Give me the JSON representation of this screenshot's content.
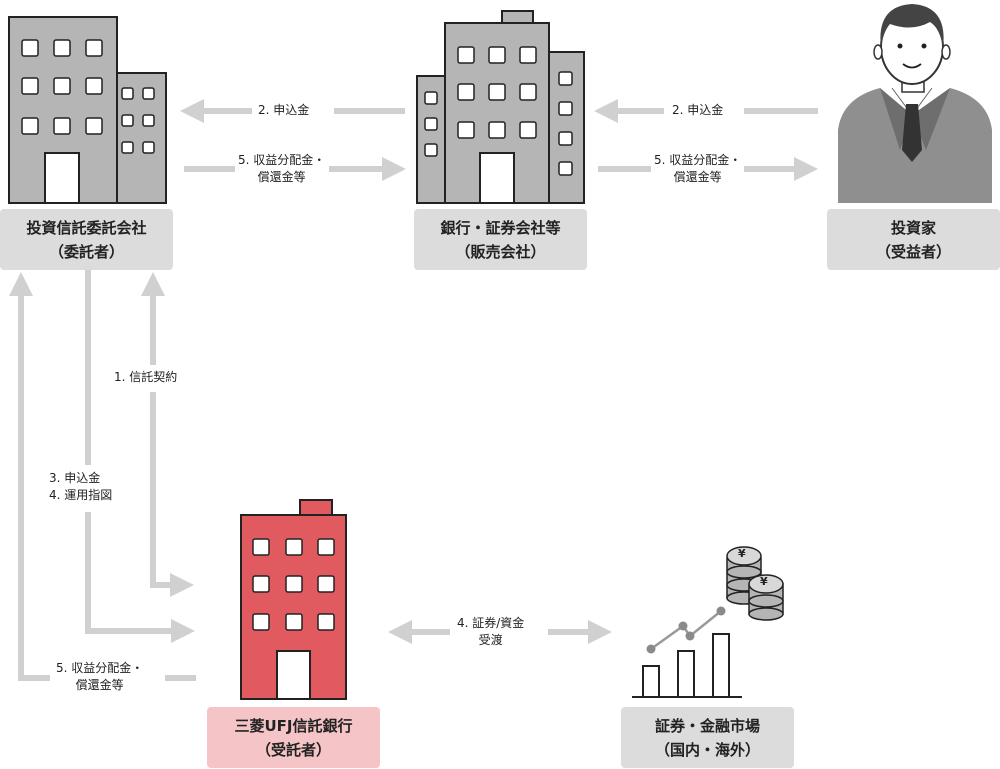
{
  "nodes": {
    "trust_company": {
      "line1": "投資信託委託会社",
      "line2": "（委託者）"
    },
    "distributor": {
      "line1": "銀行・証券会社等",
      "line2": "（販売会社）"
    },
    "investor": {
      "line1": "投資家",
      "line2": "（受益者）"
    },
    "trustee": {
      "line1": "三菱UFJ信託銀行",
      "line2": "（受託者）"
    },
    "market": {
      "line1": "証券・金融市場",
      "line2": "（国内・海外）"
    }
  },
  "flows": {
    "subscription_to_trust": "2. 申込金",
    "distribution_to_distributor_l1": "5. 収益分配金・",
    "distribution_to_distributor_l2": "償還金等",
    "subscription_from_investor": "2. 申込金",
    "distribution_to_investor_l1": "5. 収益分配金・",
    "distribution_to_investor_l2": "償還金等",
    "trust_contract": "1. 信託契約",
    "subscription_to_trustee_l1": "3. 申込金",
    "subscription_to_trustee_l2": "4. 運用指図",
    "distribution_from_trustee_l1": "5. 収益分配金・",
    "distribution_from_trustee_l2": "償還金等",
    "securities_l1": "4. 証券/資金",
    "securities_l2": "受渡"
  },
  "icons": {
    "yen_symbol": "¥"
  },
  "colors": {
    "building_gray": "#b5b5b5",
    "building_red": "#e05a60",
    "arrow": "#d0d0d0",
    "outline": "#222222",
    "label_gray": "#dcdcdc",
    "label_pink": "#f4c4c6"
  }
}
